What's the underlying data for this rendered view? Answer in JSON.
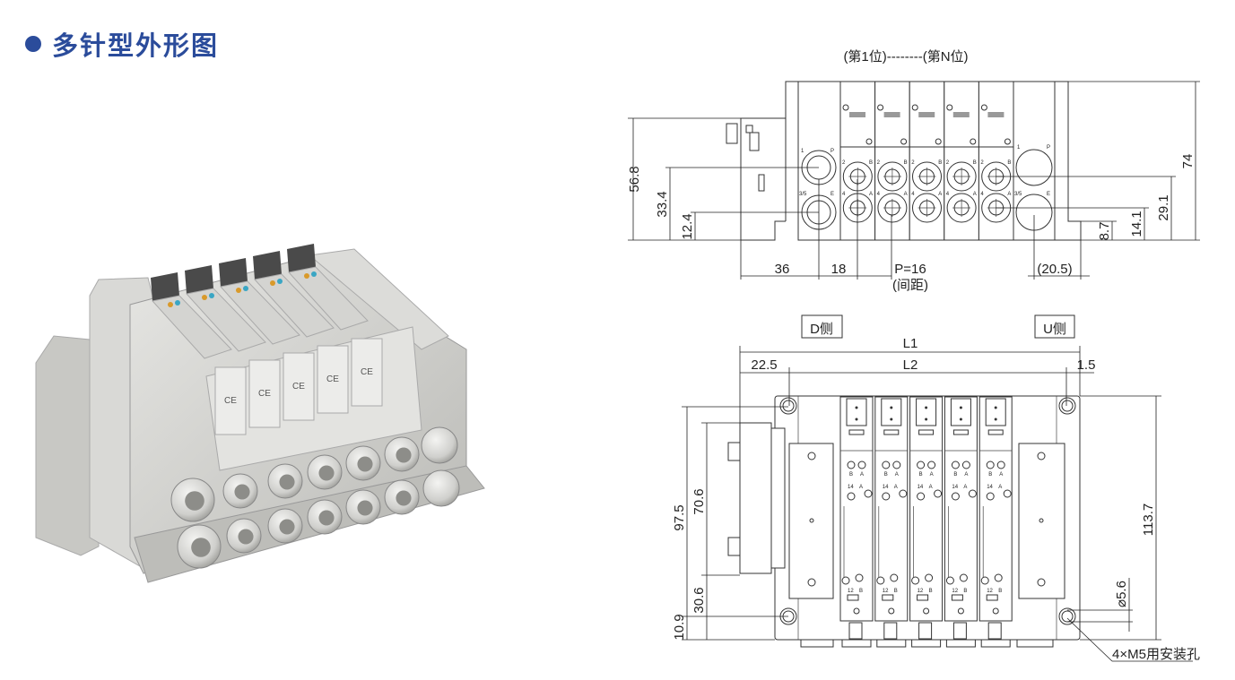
{
  "header": {
    "title": "多针型外形图",
    "accent": "#2b4c9b"
  },
  "front_view": {
    "position_label": "(第1位)--------(第N位)",
    "valve_mark": "CE",
    "end_labels": {
      "top_left": "1",
      "top_right": "P",
      "bottom_left": "3/5",
      "bottom_right": "E"
    },
    "valve_port_labels": {
      "upper_left": "2",
      "upper_right": "B",
      "lower_left": "4",
      "lower_right": "A"
    },
    "dimensions": {
      "height_total": "74",
      "height_connector": "56.8",
      "port_upper_left": "33.4",
      "port_lower_left": "12.4",
      "port_upper_right": "29.1",
      "port_lower_right": "14.1",
      "foot": "8.7",
      "offset_left": "36",
      "first_pitch": "18",
      "pitch": "P=16",
      "pitch_note": "(间距)",
      "offset_right": "(20.5)"
    }
  },
  "top_view": {
    "d_side": "D侧",
    "u_side": "U侧",
    "valve_labels": {
      "coil_b": "B",
      "coil_a": "A",
      "port_14": "14",
      "port_a": "A",
      "port_12": "12",
      "port_b": "B"
    },
    "dimensions": {
      "L1": "L1",
      "L2": "L2",
      "left_offset": "22.5",
      "right_offset": "1.5",
      "depth_total": "113.7",
      "hole_pitch": "97.5",
      "connector": "70.6",
      "connector_bottom": "30.6",
      "hole_bottom": "10.9",
      "hole_dia": "⌀5.6",
      "mount_note": "4×M5用安装孔"
    }
  },
  "valve_count": 5
}
